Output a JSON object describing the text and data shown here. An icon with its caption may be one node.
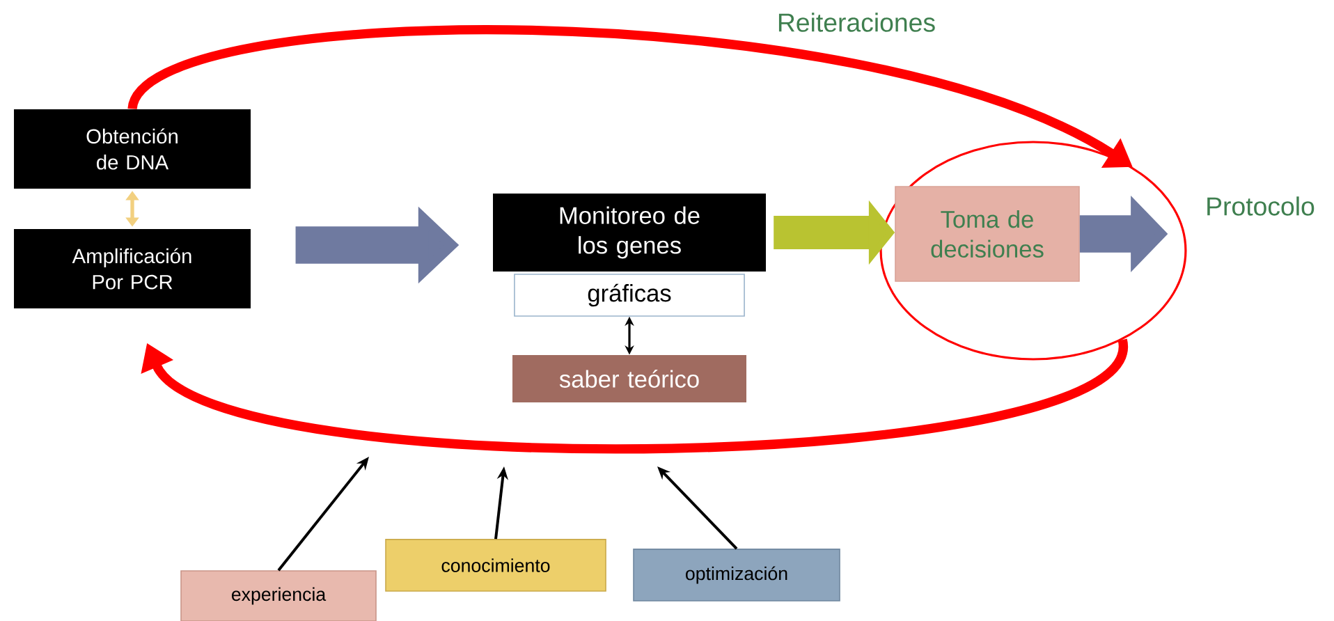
{
  "diagram": {
    "nodes": [
      {
        "text": [
          "Obtención de DNA"
        ]
      },
      {
        "text": [
          "Amplificación Por PCR"
        ]
      },
      {
        "text": [
          "Monitoreo de los genes"
        ]
      },
      {
        "text": [
          "gráficas"
        ]
      },
      {
        "text": [
          "saber teórico"
        ]
      },
      {
        "text": [],
        "shape": "circle"
      },
      {
        "text": [
          "Toma de decisiones"
        ],
        "in": 5
      },
      {
        "text": [
          "Protocolo"
        ]
      },
      {
        "text": [
          "experiencia"
        ]
      },
      {
        "text": [
          "conocimiento"
        ]
      },
      {
        "text": [
          "optimización"
        ]
      }
    ],
    "edges": [
      {
        "from": 0,
        "to": 1,
        "arrow": "both",
        "color": "#f2d080"
      },
      {
        "from": 1,
        "to": 2,
        "arrow": "to",
        "style": "thick",
        "color": "#6f7aa0"
      },
      {
        "from": 2,
        "to": 6,
        "arrow": "to",
        "style": "thick",
        "color": "#b9c331"
      },
      {
        "from": 6,
        "to": 7,
        "arrow": "to",
        "style": "thick",
        "color": "#6f7aa0"
      },
      {
        "from": 3,
        "to": 4,
        "arrow": "both"
      },
      {
        "from": 0,
        "to": 5,
        "arrow": "to",
        "style": "thick",
        "color": "#ff0000",
        "label": "Reiteraciones"
      },
      {
        "from": 5,
        "to": 1,
        "arrow": "to",
        "style": "thick",
        "color": "#ff0000"
      },
      {
        "from": 8,
        "to": null,
        "arrow": "to"
      },
      {
        "from": 9,
        "to": null,
        "arrow": "to"
      },
      {
        "from": 10,
        "to": null,
        "arrow": "to"
      }
    ]
  }
}
